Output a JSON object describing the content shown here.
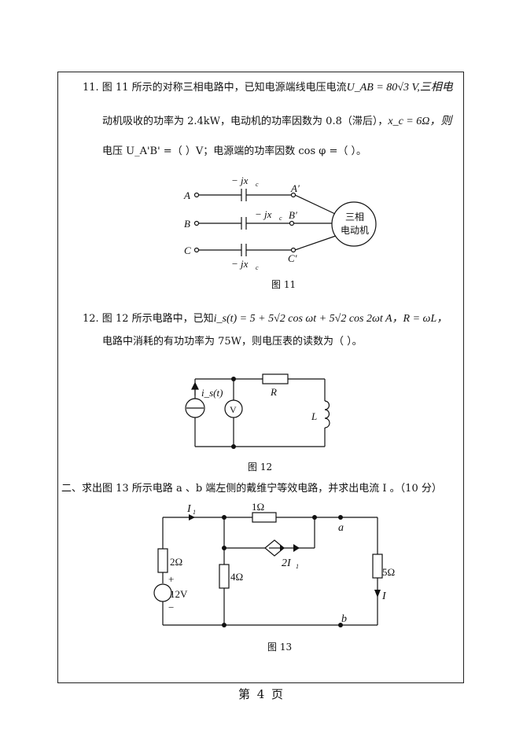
{
  "q11": {
    "line1": "11. 图 11 所示的对称三相电路中，已知电源端线电压电流",
    "line1_formula": "U_AB = 80√3 V,三相电",
    "line2": "动机吸收的功率为 2.4kW，电动机的功率因数为 0.8（滞后），",
    "line2_formula": "x_c = 6Ω，则",
    "line3": "电压 U_A'B' =（        ）V；电源端的功率因数 cos φ =（        ）。",
    "fig": {
      "node_a": "A",
      "node_b": "B",
      "node_c": "C",
      "node_a2": "A′",
      "node_b2": "B′",
      "node_c2": "C′",
      "cap_a": "− jx",
      "cap_b": "− jx",
      "cap_c": "− jx",
      "cap_sub": "c",
      "motor_line1": "三相",
      "motor_line2": "电动机"
    },
    "caption": "图 11"
  },
  "q12": {
    "line1": "12. 图 12 所示电路中，已知",
    "line1_formula": "i_s(t) = 5 + 5√2 cos ωt + 5√2 cos 2ωt A，R = ωL，",
    "line2": "电路中消耗的有功功率为 75W，则电压表的读数为（        ）。",
    "fig": {
      "source": "i_s(t)",
      "source_sub": "s",
      "voltmeter": "V",
      "resistor": "R",
      "inductor": "L"
    },
    "caption": "图 12"
  },
  "part2": {
    "line": "二、求出图 13 所示电路 a 、b 端左侧的戴维宁等效电路，并求出电流 I 。（10 分）",
    "fig": {
      "i1": "I",
      "i1_sub": "1",
      "r1": "1Ω",
      "r2": "2Ω",
      "r4": "4Ω",
      "r5": "5Ω",
      "dep": "2I",
      "dep_sub": "1",
      "vs": "12V",
      "plus": "+",
      "minus": "−",
      "node_a": "a",
      "node_b": "b",
      "current": "I"
    },
    "caption": "图 13"
  },
  "footer": {
    "page": "第   4   页"
  }
}
